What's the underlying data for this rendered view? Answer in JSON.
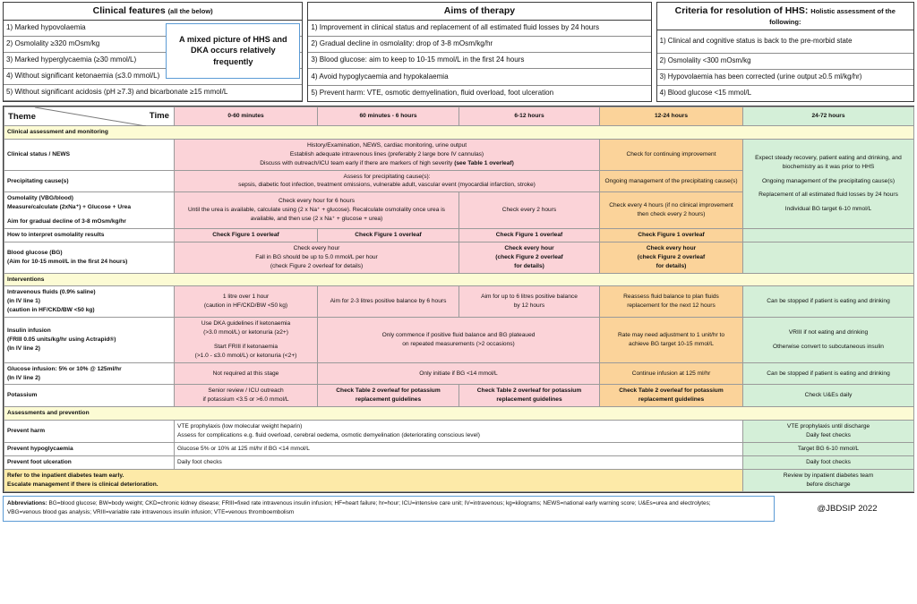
{
  "top_panels": {
    "clinical_features": {
      "title": "Clinical features",
      "title_sub": "(all the below)",
      "items": [
        "1) Marked hypovolaemia",
        "2) Osmolality ≥320 mOsm/kg",
        "3) Marked hyperglycaemia (≥30 mmol/L)",
        "4) Without significant ketonaemia (≤3.0 mmol/L)",
        "5) Without significant acidosis (pH ≥7.3) and bicarbonate ≥15 mmol/L"
      ],
      "callout": "A mixed picture of HHS and DKA occurs relatively frequently"
    },
    "aims_of_therapy": {
      "title": "Aims of therapy",
      "items": [
        "1) Improvement in clinical status and replacement of all estimated fluid losses by 24 hours",
        "2) Gradual decline in osmolality: drop of 3-8 mOsm/kg/hr",
        "3) Blood glucose: aim to keep to 10-15 mmol/L in the first 24 hours",
        "4) Avoid hypoglycaemia and hypokalaemia",
        "5) Prevent harm: VTE, osmotic demyelination, fluid overload, foot ulceration"
      ]
    },
    "criteria_resolution": {
      "title": "Criteria for resolution of HHS:",
      "title_sub": "Holistic assessment of the following:",
      "items": [
        "1) Clinical and cognitive status is back to the pre-morbid state",
        "2) Osmolality <300 mOsm/kg",
        "3) Hypovolaemia has been corrected (urine output ≥0.5 ml/kg/hr)",
        "4) Blood glucose <15 mmol/L"
      ]
    }
  },
  "table": {
    "corner": {
      "theme": "Theme",
      "time": "Time"
    },
    "columns": [
      "0-60 minutes",
      "60 minutes - 6 hours",
      "6-12 hours",
      "12-24 hours",
      "24-72 hours"
    ],
    "section_1": "Clinical assessment and monitoring",
    "clinical_status": {
      "label": "Clinical status / NEWS",
      "early_l1": "History/Examination, NEWS, cardiac monitoring, urine output",
      "early_l2": "Establish adequate intravenous lines (preferably 2 large bore IV cannulas)",
      "early_l3a": "Discuss with outreach/ICU team early if there are markers of high severity ",
      "early_l3b": "(see Table 1 overleaf)",
      "c4": "Check for continuing improvement",
      "c5": ""
    },
    "precipitating": {
      "label": "Precipitating cause(s)",
      "l1": "Assess for precipitating cause(s):",
      "l2": "sepsis, diabetic foot infection, treatment omissions, vulnerable adult, vascular event (myocardial infarction, stroke)",
      "c4": "Ongoing management of the precipitating cause(s)"
    },
    "osmolality": {
      "label_l1": "Osmolality (VBG/blood)",
      "label_l2": "Measure/calculate (2xNa⁺) + Glucose + Urea",
      "label_l3": "Aim for gradual decline of 3-8 mOsm/kg/hr",
      "l1": "Check every hour for 6 hours",
      "l2": "Until the urea is available, calculate using (2 x Na⁺ + glucose). Recalculate osmolality once urea is",
      "l3": "available, and then use (2 x Na⁺ + glucose + urea)",
      "c3": "Check every 2 hours",
      "c4": "Check every 4 hours (if no clinical improvement then check every 2 hours)"
    },
    "interpret": {
      "label": "How to interpret osmolality results",
      "c1": "Check Figure 1 overleaf",
      "c2": "Check Figure 1 overleaf",
      "c3": "Check Figure 1 overleaf",
      "c4": "Check Figure 1 overleaf"
    },
    "blood_glucose": {
      "label_l1": "Blood glucose (BG)",
      "label_l2": "(Aim for 10-15 mmol/L in the first 24 hours)",
      "l1": "Check every hour",
      "l2": "Fall in BG should be up to 5.0 mmol/L per hour",
      "l3": "(check Figure 2 overleaf for details)",
      "c3_l1": "Check every hour",
      "c3_l2": "(check Figure 2 overleaf",
      "c3_l3": "for details)",
      "c4_l1": "Check every hour",
      "c4_l2": "(check Figure 2 overleaf",
      "c4_l3": "for details)"
    },
    "recovery_block": {
      "l1": "Expect steady recovery, patient eating and drinking, and biochemistry as it was prior to HHS",
      "l2": "Ongoing management of the precipitating cause(s)",
      "l3": "Replacement of all estimated fluid losses by 24 hours",
      "l4": "Individual BG target 6-10 mmol/L"
    },
    "section_2": "Interventions",
    "iv_fluids": {
      "label_l1": "Intravenous fluids (0.9% saline)",
      "label_l2": "(in IV line 1)",
      "label_l3": "(caution in HF/CKD/BW <50 kg)",
      "c1_l1": "1 litre over 1 hour",
      "c1_l2": "(caution in HF/CKD/BW <50 kg)",
      "c2": "Aim for 2-3 litres positive balance by 6 hours",
      "c3_l1": "Aim for up to 6 litres positive balance",
      "c3_l2": "by 12 hours",
      "c4_l1": "Reassess fluid balance to plan fluids",
      "c4_l2": "replacement for the next 12 hours",
      "c5": "Can be stopped if patient is eating and drinking"
    },
    "insulin": {
      "label_l1": "Insulin infusion",
      "label_l2": "(FRIII 0.05 units/kg/hr using Actrapid®)",
      "label_l3": "(In IV line 2)",
      "c1_l1": "Use DKA guidelines if ketonaemia",
      "c1_l2": "(>3.0 mmol/L) or ketonuria (≥2+)",
      "c1_l3": "Start FRIII if ketonaemia",
      "c1_l4": "(>1.0 - ≤3.0 mmol/L) or ketonuria (<2+)",
      "c23_l1": "Only commence if positive fluid balance and BG plateaued",
      "c23_l2": "on repeated measurements (>2 occasions)",
      "c4_l1": "Rate may need adjustment to 1 unit/hr to",
      "c4_l2": "achieve BG target 10-15 mmol/L",
      "c5_l1": "VRIII if not eating and drinking",
      "c5_l2": "Otherwise convert to subcutaneous insulin"
    },
    "glucose_infusion": {
      "label_l1": "Glucose infusion: 5% or 10% @ 125ml/hr",
      "label_l2": "(In IV line 2)",
      "c1": "Not required at this stage",
      "c23": "Only initiate if BG <14 mmol/L",
      "c4": "Continue infusion at 125 ml/hr",
      "c5": "Can be stopped if patient is eating and drinking"
    },
    "potassium": {
      "label": "Potassium",
      "c1_l1": "Senior review / ICU outreach",
      "c1_l2": "if potassium <3.5 or >6.0 mmol/L",
      "c2_l1": "Check Table 2 overleaf for potassium",
      "c2_l2": "replacement guidelines",
      "c3_l1": "Check Table 2 overleaf for potassium",
      "c3_l2": "replacement guidelines",
      "c4_l1": "Check Table 2 overleaf for potassium",
      "c4_l2": "replacement guidelines",
      "c5": "Check U&Es daily"
    },
    "section_3": "Assessments and prevention",
    "prevent_harm": {
      "label": "Prevent harm",
      "l1": "VTE prophylaxis (low molecular weight heparin)",
      "l2": "Assess for complications e.g. fluid overload, cerebral oedema, osmotic demyelination (deteriorating conscious level)",
      "c5_l1": "VTE prophylaxis until discharge",
      "c5_l2": "Daily feet checks"
    },
    "prevent_hypo": {
      "label": "Prevent hypoglycaemia",
      "l1": "Glucose 5% or 10% at 125 ml/hr if BG <14 mmol/L",
      "c5": "Target BG 6-10 mmol/L"
    },
    "prevent_foot": {
      "label": "Prevent foot ulceration",
      "l1": "Daily foot checks",
      "c5": "Daily foot checks"
    },
    "referral": {
      "l1": "Refer to the inpatient diabetes team early.",
      "l2": "Escalate management if there is clinical deterioration.",
      "c5_l1": "Review by inpatient diabetes team",
      "c5_l2": "before discharge"
    }
  },
  "footer": {
    "abbr_label": "Abbreviations:",
    "abbr_line1": " BG=blood glucose; BW=body weight; CKD=chronic kidney disease; FRIII=fixed rate intravenous insulin infusion; HF=heart failure; hr=hour; ICU=intensive care unit; IV=intravenous; kg=kilograms; NEWS=national early warning score; U&Es=urea and electrolytes;",
    "abbr_line2": "VBG=venous blood gas analysis; VRIII=variable rate intravenous insulin infusion; VTE=venous thromboembolism",
    "copyright": "@JBDSIP  2022"
  },
  "colors": {
    "pink": "#fbd3d8",
    "orange": "#fbd39a",
    "green": "#d4efd8",
    "yellow": "#fcfbd4",
    "amber": "#fdeaa8",
    "callout_border": "#5b9bd5"
  }
}
